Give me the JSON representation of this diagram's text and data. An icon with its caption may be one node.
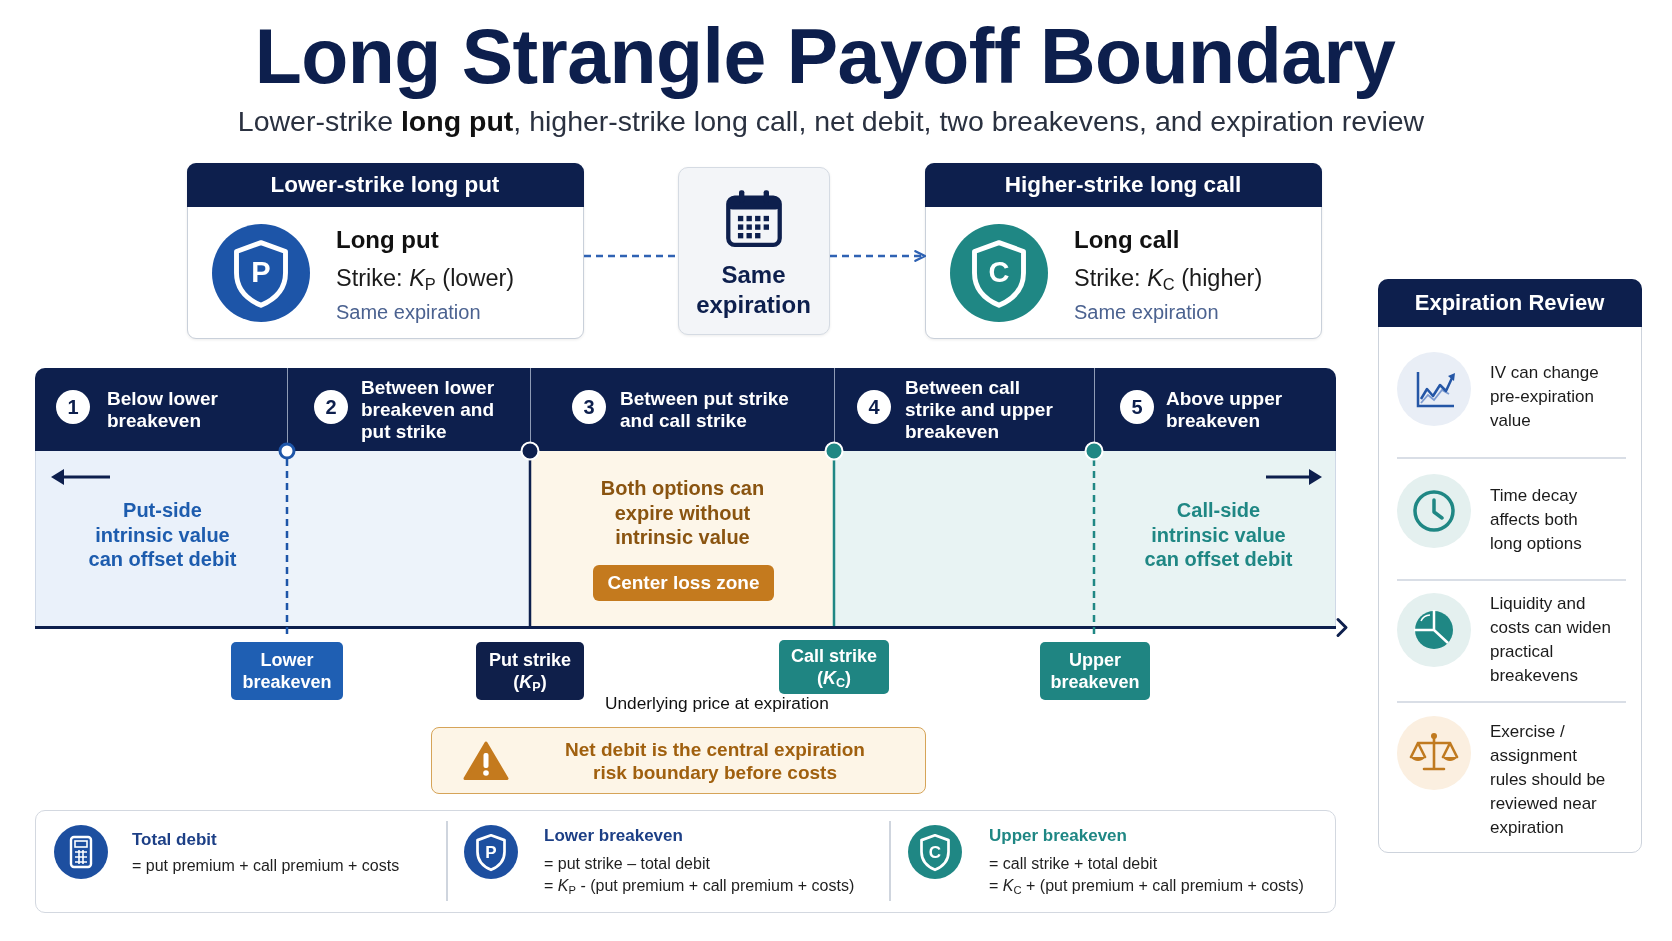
{
  "diagram": {
    "title": "Long Strangle Payoff Boundary",
    "nodes": [
      {
        "text": [
          "Lower-strike long put",
          "P",
          "Long put",
          "Strike: *K*$_{P}$ (lower)",
          "Same expiration"
        ]
      },
      {
        "text": [
          "Same expiration"
        ]
      },
      {
        "text": [
          "Higher-strike long call",
          "C",
          "Long call",
          "Strike: *K*$_{C}$ (higher)",
          "Same expiration"
        ]
      },
      {
        "text": [
          "1",
          "Below lower breakeven",
          "Put-side intrinsic value can offset debit"
        ]
      },
      {
        "text": [
          "2",
          "Between lower breakeven and put strike"
        ]
      },
      {
        "text": [
          "3",
          "Between put strike and call strike",
          "Both options can expire without intrinsic value"
        ]
      },
      {
        "text": [
          "Center loss zone"
        ],
        "in": 5
      },
      {
        "text": [
          "4",
          "Between call strike and upper breakeven"
        ]
      },
      {
        "text": [
          "5",
          "Above upper breakeven",
          "Call-side intrinsic value can offset debit"
        ]
      },
      {
        "text": [
          "Lower breakeven"
        ]
      },
      {
        "text": [
          "Put strike (*K*$_{P}$)"
        ]
      },
      {
        "text": [
          "Call strike (*K*$_{C}$)"
        ]
      },
      {
        "text": [
          "Upper breakeven"
        ]
      },
      {
        "text": [
          "Net debit is the central expiration risk boundary before costs"
        ]
      },
      {
        "text": [
          "Total debit",
          "= put premium + call premium + costs",
          "P",
          "Lower breakeven",
          "= put strike – total debit",
          "= *K*$_{P}$ - (put premium + call premium + costs)",
          "C",
          "Upper breakeven",
          "= call strike + total debit",
          "= *K*$_{C}$ + (put premium + call premium + costs)"
        ]
      },
      {
        "text": [
          "Expiration Review",
          "IV can change pre-expiration value",
          "Time decay affects both long options",
          "Liquidity and costs can widen practical breakevens",
          "Exercise / assignment rules should be reviewed near expiration"
        ]
      }
    ],
    "edges": [
      {
        "from": 0,
        "to": 1,
        "arrow": "none",
        "style": "dashed"
      },
      {
        "from": 1,
        "to": 2,
        "arrow": "to",
        "style": "dashed"
      }
    ],
    "labels": [
      "Lower-strike **long put**, higher-strike long call, net debit, two breakevens, and expiration review",
      "Underlying price at expiration"
    ]
  }
}
